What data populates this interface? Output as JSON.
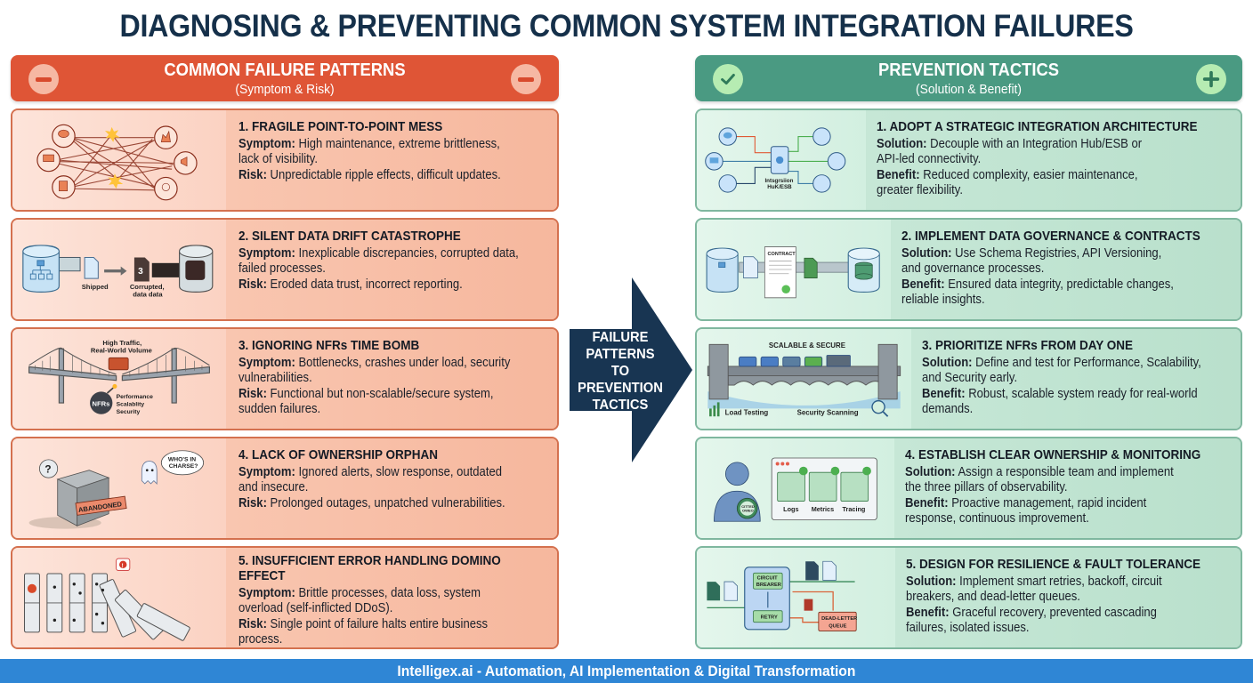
{
  "title": "DIAGNOSING & PREVENTING COMMON SYSTEM INTEGRATION FAILURES",
  "colors": {
    "failure_accent": "#df5536",
    "prevention_accent": "#4a9a82",
    "arrow": "#183552",
    "footer": "#2f86d5",
    "title": "#15304a"
  },
  "left_column": {
    "heading": "COMMON FAILURE PATTERNS",
    "subheading": "(Symptom & Risk)",
    "icon_left": "minus-circle-icon",
    "icon_right": "minus-circle-icon",
    "cards": [
      {
        "title": "1. FRAGILE POINT-TO-POINT MESS",
        "label_a": "Symptom:",
        "text_a": " High maintenance, extreme brittleness, lack of visibility.",
        "label_b": "Risk:",
        "text_b": " Unpredictable ripple effects, difficult updates."
      },
      {
        "title": "2. SILENT DATA DRIFT CATASTROPHE",
        "label_a": "Symptom:",
        "text_a": " Inexplicable discrepancies, corrupted data, failed processes.",
        "label_b": "Risk:",
        "text_b": " Eroded data trust, incorrect reporting.",
        "illus_labels": {
          "shipped": "Shipped",
          "corrupted_1": "Corrupted,",
          "corrupted_2": "data data",
          "doc_number": "3"
        }
      },
      {
        "title": "3. IGNORING NFRs TIME BOMB",
        "label_a": "Symptom:",
        "text_a": " Bottlenecks, crashes under load, security vulnerabilities.",
        "label_b": "Risk:",
        "text_b": " Functional but non-scalable/secure system, sudden failures.",
        "illus_labels": {
          "traffic_1": "High Traffic,",
          "traffic_2": "Real-World Volume",
          "bomb": "NFRs",
          "nfr_1": "Performance",
          "nfr_2": "Scalablity",
          "nfr_3": "Security"
        }
      },
      {
        "title": "4. LACK OF OWNERSHIP ORPHAN",
        "label_a": "Symptom:",
        "text_a": " Ignored alerts, slow response, outdated and insecure.",
        "label_b": "Risk:",
        "text_b": " Prolonged outages, unpatched vulnerabilities.",
        "illus_labels": {
          "question": "?",
          "speech_1": "WHO'S IN",
          "speech_2": "CHARSE?",
          "sign": "ABANDONED"
        }
      },
      {
        "title": "5. INSUFFICIENT ERROR HANDLING DOMINO EFFECT",
        "label_a": "Symptom:",
        "text_a": " Brittle processes, data loss, system overload (self-inflicted DDoS).",
        "label_b": "Risk:",
        "text_b": " Single point of failure halts entire business process.",
        "illus_labels": {
          "alert": "!"
        }
      }
    ]
  },
  "center_arrow": {
    "lines": [
      "FAILURE",
      "PATTERNS",
      "TO",
      "PREVENTION",
      "TACTICS"
    ]
  },
  "right_column": {
    "heading": "PREVENTION TACTICS",
    "subheading": "(Solution & Benefit)",
    "icon_left": "check-circle-icon",
    "icon_right": "plus-circle-icon",
    "cards": [
      {
        "title": "1. ADOPT A STRATEGIC INTEGRATION ARCHITECTURE",
        "label_a": "Solution:",
        "text_a": " Decouple with an Integration Hub/ESB or API-led connectivity.",
        "label_b": "Benefit:",
        "text_b": " Reduced complexity, easier maintenance, greater flexibility.",
        "illus_labels": {
          "hub_1": "Intsgrsiion",
          "hub_2": "HuK/ESB"
        }
      },
      {
        "title": "2. IMPLEMENT DATA GOVERNANCE & CONTRACTS",
        "label_a": "Solution:",
        "text_a": " Use Schema Registries, API Versioning, and governance processes.",
        "label_b": "Benefit:",
        "text_b": " Ensured data integrity, predictable changes, reliable insights.",
        "illus_labels": {
          "contract": "CONTRACT"
        }
      },
      {
        "title": "3. PRIORITIZE NFRs FROM DAY ONE",
        "label_a": "Solution:",
        "text_a": " Define and test for Performance, Scalability, and Security early.",
        "label_b": "Benefit:",
        "text_b": " Robust, scalable system ready for real-world demands.",
        "illus_labels": {
          "banner": "SCALABLE & SECURE",
          "load": "Load Testing",
          "security": "Security Scanning"
        }
      },
      {
        "title": "4. ESTABLISH CLEAR OWNERSHIP & MONITORING",
        "label_a": "Solution:",
        "text_a": " Assign a responsible team and implement the three pillars of observability.",
        "label_b": "Benefit:",
        "text_b": " Proactive management, rapid incident response, continuous improvement.",
        "illus_labels": {
          "logs": "Logs",
          "metrics": "Metrics",
          "tracing": "Tracing",
          "badge_1": "CITTED",
          "badge_2": "OWEO"
        }
      },
      {
        "title": "5. DESIGN FOR RESILIENCE & FAULT TOLERANCE",
        "label_a": "Solution:",
        "text_a": " Implement smart retries, backoff, circuit breakers, and dead-letter queues.",
        "label_b": "Benefit:",
        "text_b": " Graceful recovery, prevented cascading failures, isolated issues.",
        "illus_labels": {
          "cb_1": "CIRCUIT",
          "cb_2": "BREARER",
          "retry": "RETRY",
          "dlq_1": "DEAD-LETTER",
          "dlq_2": "QUEUE"
        }
      }
    ]
  },
  "footer": "Intelligex.ai - Automation, AI Implementation & Digital Transformation"
}
